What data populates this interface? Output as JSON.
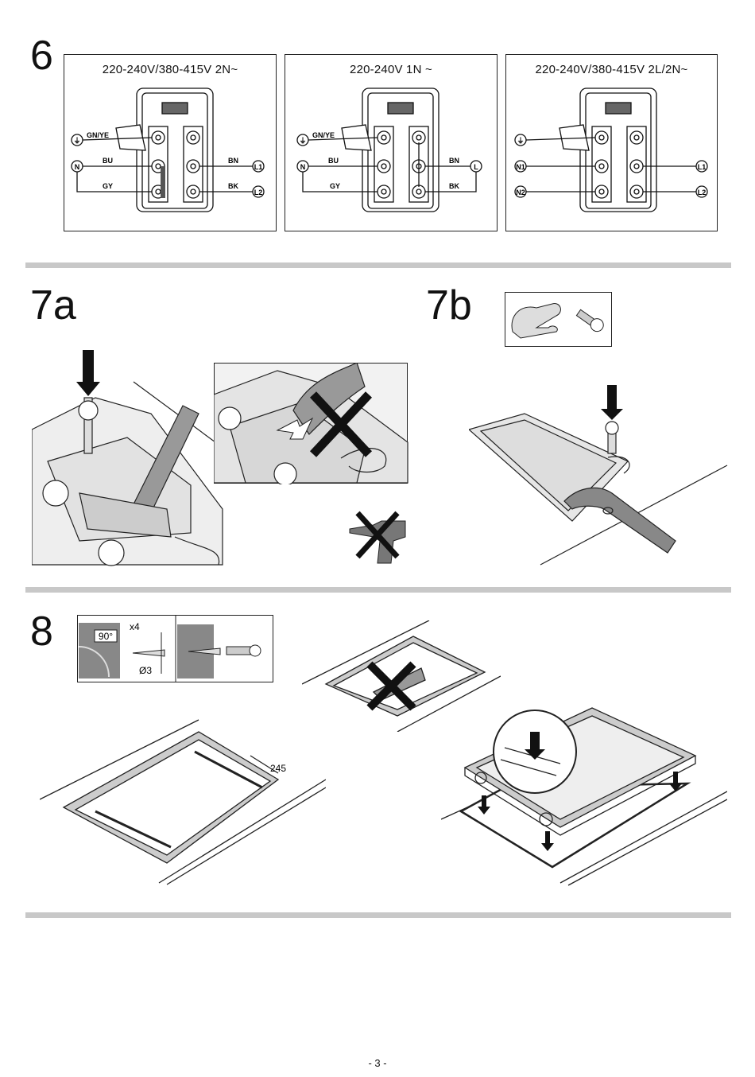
{
  "steps": {
    "s6": "6",
    "s7a": "7a",
    "s7b": "7b",
    "s8": "8"
  },
  "wiring": [
    {
      "voltage": "220-240V/380-415V 2N~",
      "gnd": "GN/YE",
      "bu": "BU",
      "gy": "GY",
      "bn": "BN",
      "bk": "BK",
      "n_left_top": "N",
      "n_left_bot": "",
      "l_top": "L1",
      "l_bot": "L2"
    },
    {
      "voltage": "220-240V 1N ~",
      "gnd": "GN/YE",
      "bu": "BU",
      "gy": "GY",
      "bn": "BN",
      "bk": "BK",
      "n_left_top": "N",
      "n_left_bot": "",
      "l_top": "L",
      "l_bot": ""
    },
    {
      "voltage": "220-240V/380-415V 2L/2N~",
      "gnd": "",
      "bu": "",
      "gy": "",
      "bn": "",
      "bk": "",
      "n_left_top": "N1",
      "n_left_bot": "N2",
      "l_top": "L1",
      "l_bot": "L2"
    }
  ],
  "step8": {
    "count": "x4",
    "angle": "90°",
    "diameter": "Ø3",
    "dimension": "245"
  },
  "page_number": "- 3 -"
}
